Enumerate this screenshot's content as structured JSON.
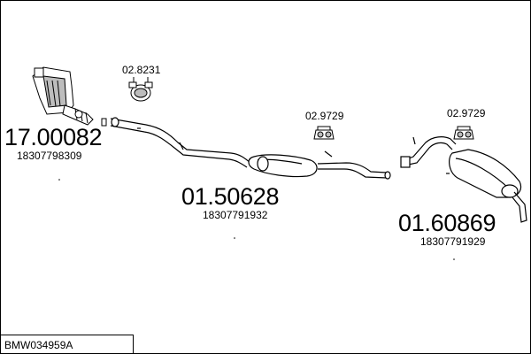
{
  "diagram": {
    "labels": {
      "catalyst_number": "17.00082",
      "catalyst_oe": "18307798309",
      "clamp_number": "02.8231",
      "mid_pipe_number": "01.50628",
      "mid_pipe_oe": "18307791932",
      "hanger_1_number": "02.9729",
      "hanger_2_number": "02.9729",
      "rear_silencer_number": "01.60869",
      "rear_silencer_oe": "18307791929"
    },
    "colors": {
      "line": "#000000",
      "fill": "#ffffff",
      "shade": "#b8b8b8"
    }
  },
  "footer": {
    "system_code": "BMW034959A"
  }
}
